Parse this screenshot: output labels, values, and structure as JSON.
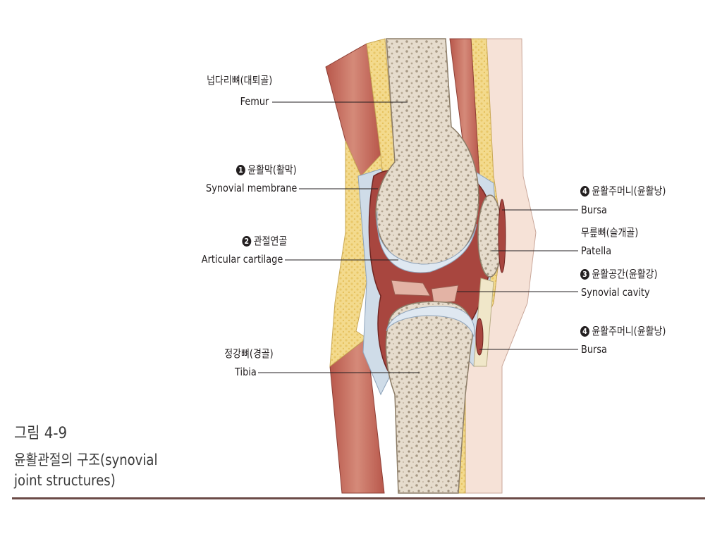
{
  "labels": {
    "femur_ko": "넙다리뼈(대퇴골)",
    "femur_en": "Femur",
    "synovial_membrane_num": "1",
    "synovial_membrane_ko": "윤활막(활막)",
    "synovial_membrane_en": "Synovial  membrane",
    "articular_cartilage_num": "2",
    "articular_cartilage_ko": "관절연골",
    "articular_cartilage_en": "Articular  cartilage",
    "tibia_ko": "정강뼈(경골)",
    "tibia_en": "Tibia",
    "bursa_top_num": "4",
    "bursa_top_ko": "윤활주머니(윤활낭)",
    "bursa_top_en": "Bursa",
    "patella_ko": "무릎뼈(슬개골)",
    "patella_en": "Patella",
    "synovial_cavity_num": "3",
    "synovial_cavity_ko": "윤활공간(윤활강)",
    "synovial_cavity_en": "Synovial  cavity",
    "bursa_bottom_num": "4",
    "bursa_bottom_ko": "윤활주머니(윤활낭)",
    "bursa_bottom_en": "Bursa"
  },
  "caption": {
    "figure": "그림 4-9",
    "text": "윤활관절의 구조(synovial joint structures)"
  },
  "colors": {
    "muscle": "#c46d5e",
    "fat": "#f2d98c",
    "bone": "#e8ddd0",
    "cartilage": "#dfe8f1",
    "synovial": "#a8463f",
    "skin": "#f4ddd2",
    "rule": "#6b4a46"
  }
}
